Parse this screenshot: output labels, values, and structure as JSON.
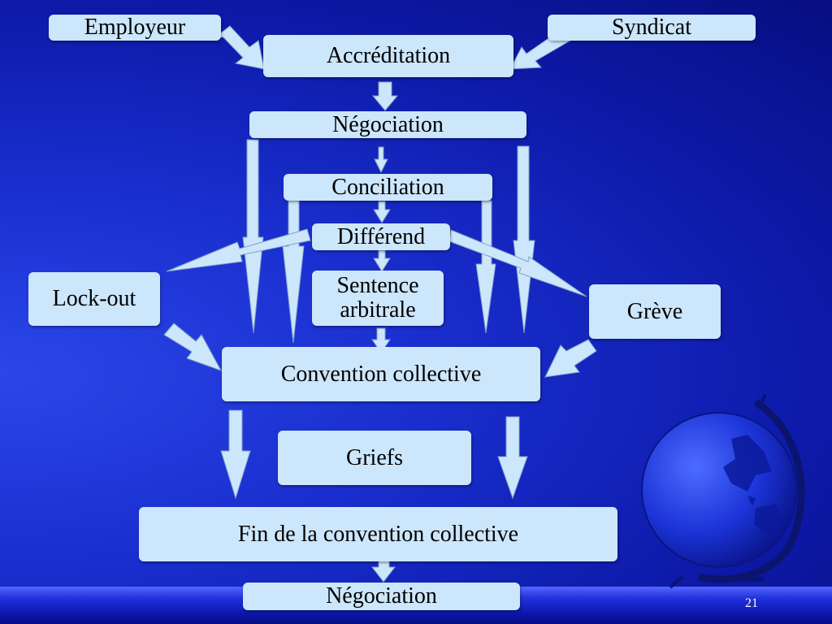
{
  "boxes": {
    "employeur": "Employeur",
    "syndicat": "Syndicat",
    "accreditation": "Accréditation",
    "negociation_top": "Négociation",
    "conciliation": "Conciliation",
    "differend": "Différend",
    "sentence_line1": "Sentence",
    "sentence_line2": "arbitrale",
    "lockout": "Lock-out",
    "greve": "Grève",
    "convention": "Convention collective",
    "griefs": "Griefs",
    "fin": "Fin de la convention collective",
    "negociation_bottom": "Négociation"
  },
  "page_number": "21",
  "colors": {
    "box_fill": "#cce6fb",
    "background": "#1a2fd0",
    "globe": "#1f3fe0"
  },
  "decoration": "globe-icon"
}
